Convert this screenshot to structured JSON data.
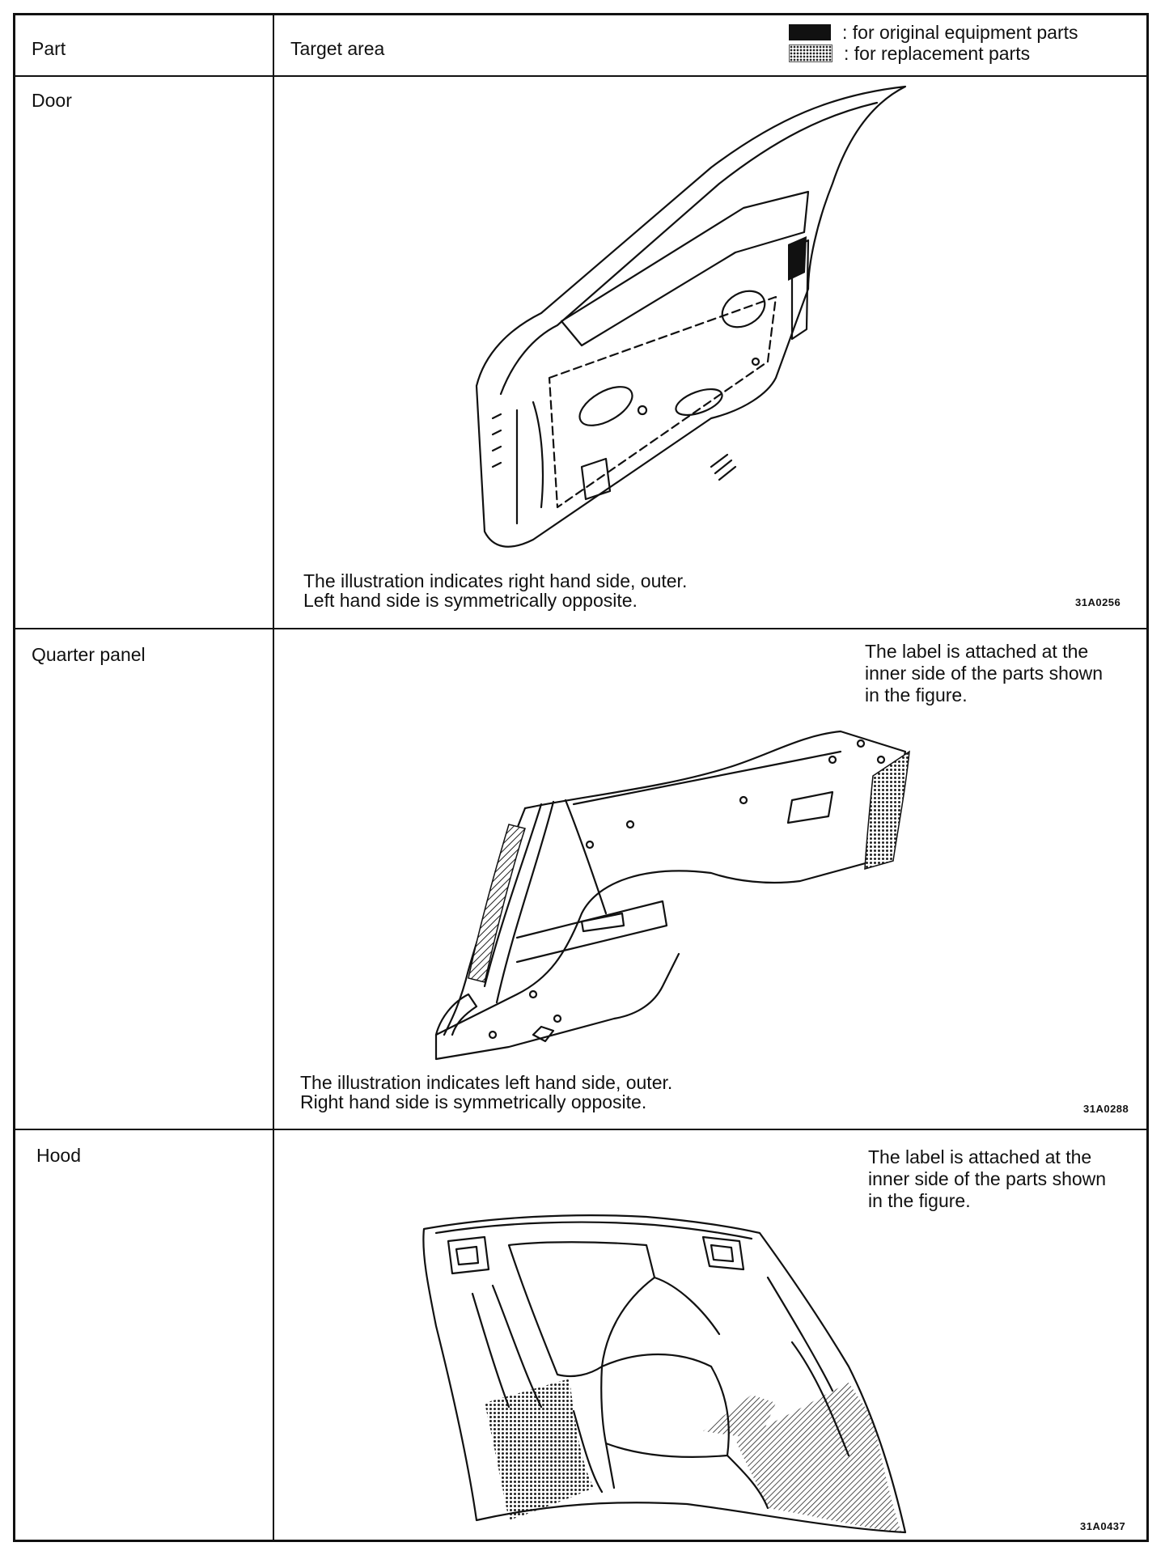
{
  "header": {
    "part_label": "Part",
    "target_label": "Target area",
    "legend": [
      {
        "text": ":  for original equipment parts",
        "swatch": "solid",
        "color": "#111111"
      },
      {
        "text": ":  for replacement parts",
        "swatch": "dotted",
        "color": "#333333"
      }
    ]
  },
  "rows": [
    {
      "part": "Door",
      "note": [],
      "caption": [
        "The illustration indicates right hand side, outer.",
        "Left hand side is symmetrically opposite."
      ],
      "code": "31A0256"
    },
    {
      "part": "Quarter panel",
      "note": [
        "The label is attached at the",
        "inner side of the parts shown",
        "in the figure."
      ],
      "caption": [
        "The illustration indicates left hand side, outer.",
        "Right hand side is symmetrically opposite."
      ],
      "code": "31A0288"
    },
    {
      "part": "Hood",
      "note": [
        "The label is attached at the",
        "inner side of the parts shown",
        "in the figure."
      ],
      "caption": [],
      "code": "31A0437"
    }
  ]
}
